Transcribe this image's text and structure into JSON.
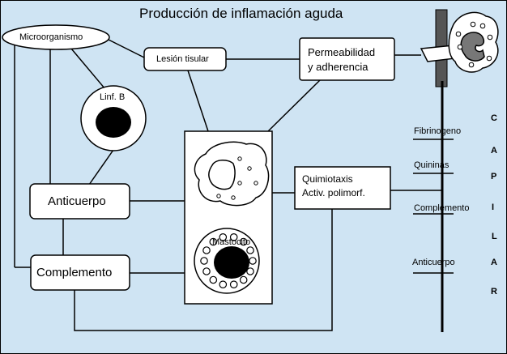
{
  "title": "Producción de inflamación aguda",
  "nodes": {
    "microorganismo": "Microorganismo",
    "lesion": "Lesión tisular",
    "permeabilidad_line1": "Permeabilidad",
    "permeabilidad_line2": "y adherencia",
    "linf_b": "Linf. B",
    "anticuerpo": "Anticuerpo",
    "complemento": "Complemento",
    "quimiotaxis_line1": "Quimiotaxis",
    "quimiotaxis_line2": "Activ. polimorf.",
    "mastocito": "Mastocito"
  },
  "mediators": [
    "Fibrinogeno",
    "Quininas",
    "Complemento",
    "Anticuerpo"
  ],
  "capilar_letters": [
    "C",
    "A",
    "P",
    "I",
    "L",
    "A",
    "R"
  ],
  "colors": {
    "background": "#cfe4f3",
    "box_fill": "#ffffff",
    "stroke": "#000000",
    "capillary": "#555555"
  }
}
